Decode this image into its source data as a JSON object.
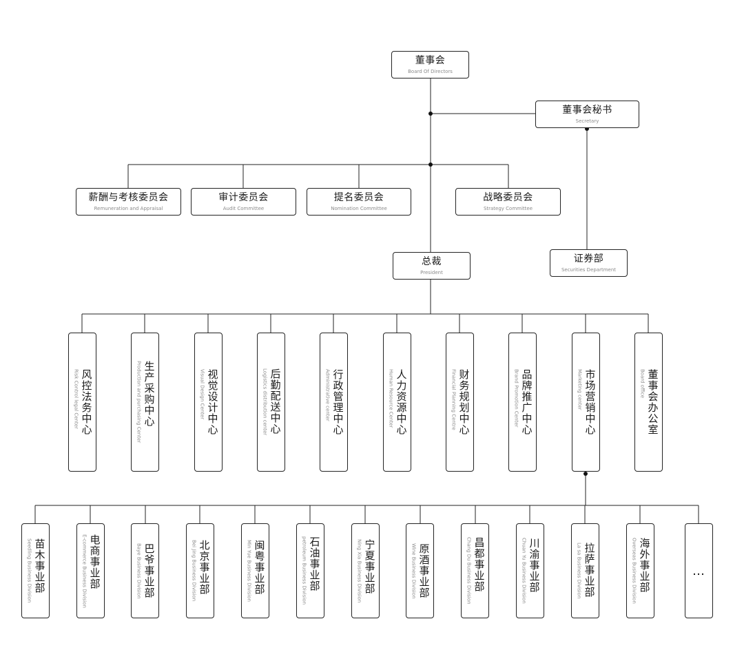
{
  "top": {
    "board": {
      "cn": "董事会",
      "en": "Board Of Directors"
    },
    "secretary": {
      "cn": "董事会秘书",
      "en": "Secretary"
    }
  },
  "committees": [
    {
      "cn": "薪酬与考核委员会",
      "en": "Remuneration and Appraisal"
    },
    {
      "cn": "审计委员会",
      "en": "Audit Committee"
    },
    {
      "cn": "提名委员会",
      "en": "Nomination Committee"
    },
    {
      "cn": "战略委员会",
      "en": "Strategy Committee"
    }
  ],
  "president": {
    "cn": "总裁",
    "en": "President"
  },
  "securities": {
    "cn": "证券部",
    "en": "Securities Department"
  },
  "centers": [
    {
      "cn": "风控法务中心",
      "en": "Risk Control legal Center"
    },
    {
      "cn": "生产采购中心",
      "en": "Production and purchasing Center"
    },
    {
      "cn": "视觉设计中心",
      "en": "Visual Design Center"
    },
    {
      "cn": "后勤配送中心",
      "en": "Logistics distribution center"
    },
    {
      "cn": "行政管理中心",
      "en": "Administrative center"
    },
    {
      "cn": "人力资源中心",
      "en": "Human Resource Center"
    },
    {
      "cn": "财务规划中心",
      "en": "Financial Planning Centre"
    },
    {
      "cn": "品牌推广中心",
      "en": "Brand Promotion Center"
    },
    {
      "cn": "市场营销中心",
      "en": "Marketing center"
    },
    {
      "cn": "董事会办公室",
      "en": "Board office"
    }
  ],
  "divisions": [
    {
      "cn": "苗木事业部",
      "en": "Seedling Business Division"
    },
    {
      "cn": "电商事业部",
      "en": "E-commerce Business Division"
    },
    {
      "cn": "巴爷事业部",
      "en": "Baye Business Division"
    },
    {
      "cn": "北京事业部",
      "en": "Bei Jing Business Division"
    },
    {
      "cn": "闽粤事业部",
      "en": "Min Yue Business Division"
    },
    {
      "cn": "石油事业部",
      "en": "petroleum Business Division"
    },
    {
      "cn": "宁夏事业部",
      "en": "Ning Xia Business Division"
    },
    {
      "cn": "原酒事业部",
      "en": "Wine Business Division"
    },
    {
      "cn": "昌都事业部",
      "en": "Chang Du Business Division"
    },
    {
      "cn": "川渝事业部",
      "en": "Chuan Yu Business Division"
    },
    {
      "cn": "拉萨事业部",
      "en": "La sa Business Division"
    },
    {
      "cn": "海外事业部",
      "en": "Overseas Business Division"
    }
  ],
  "more_label": "…"
}
